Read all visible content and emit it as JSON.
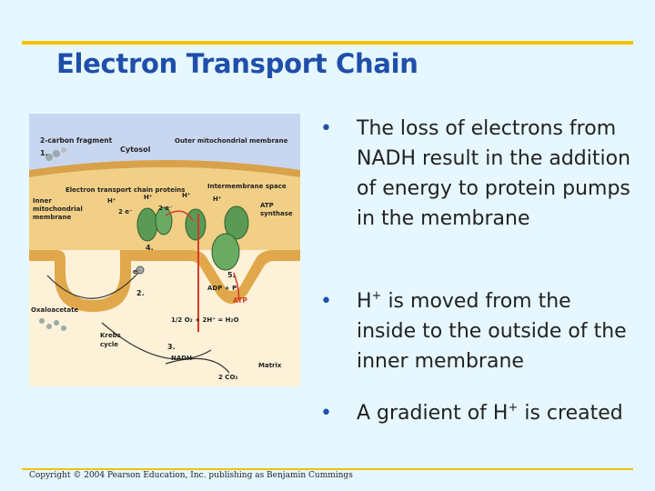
{
  "slide": {
    "title": "Electron Transport Chain",
    "copyright": "Copyright © 2004 Pearson Education, Inc. publishing as Benjamin Cummings"
  },
  "bullets": [
    {
      "marker": "•",
      "text": "The loss of electrons from NADH result in the addition of energy to protein pumps in the membrane"
    },
    {
      "marker": "•",
      "pre": "H",
      "sup": "+",
      "post": " is moved from the inside to the outside of the inner membrane"
    },
    {
      "marker": "•",
      "pre": "A gradient of H",
      "sup": "+",
      "post": " is created"
    }
  ],
  "figure": {
    "labels": {
      "two_carbon": "2-carbon fragment",
      "cytosol": "Cytosol",
      "outer_membrane": "Outer mitochondrial membrane",
      "step1": "1.",
      "etc_proteins": "Electron transport chain proteins",
      "intermembrane": "Intermembrane space",
      "inner1": "Inner",
      "inner2": "mitochondrial",
      "inner3": "membrane",
      "h1": "H⁺",
      "h2": "H⁺",
      "h3": "H⁺",
      "h4": "H⁺",
      "e1": "2 e⁻",
      "e2": "2 e⁻",
      "e3": "e⁻",
      "atp_synthase1": "ATP",
      "atp_synthase2": "synthase",
      "step4": "4.",
      "step5": "5.",
      "step2": "2.",
      "adp": "ADP + P",
      "atp": "ATP",
      "oxaloacetate": "Oxaloacetate",
      "water": "1/2 O₂ + 2H⁺ = H₂O",
      "krebs1": "Krebs",
      "krebs2": "cycle",
      "step3": "3.",
      "nadh": "NADH",
      "matrix": "Matrix",
      "co2": "2 CO₂"
    },
    "colors": {
      "cytosol": "#c8d6ef",
      "membrane": "#e0b060",
      "intermembrane": "#f1cf86",
      "matrix": "#fdf1d8",
      "protein": "#5a9a55",
      "arrow": "#d43a2a"
    }
  }
}
